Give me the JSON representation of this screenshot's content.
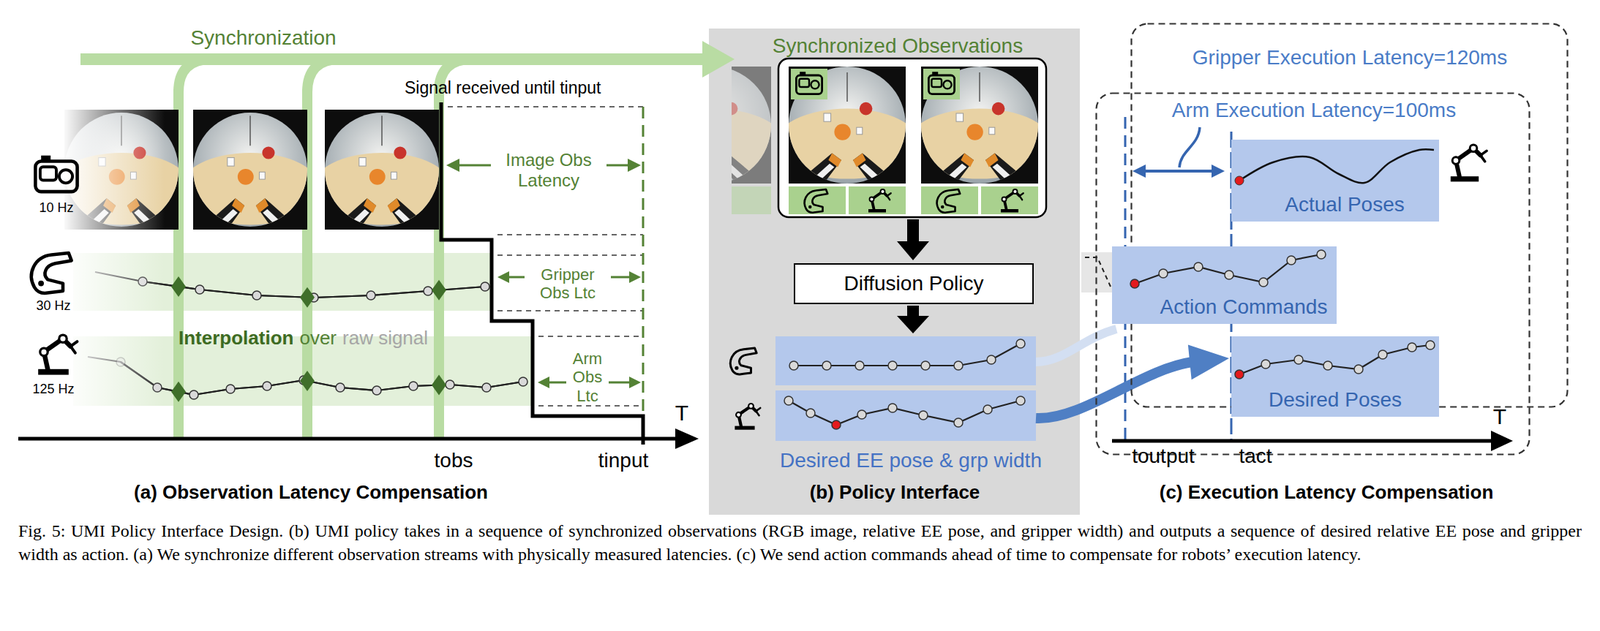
{
  "diagram": {
    "caption": "Fig. 5: UMI Policy Interface Design. (b) UMI policy takes in a sequence of synchronized observations (RGB image, relative EE pose, and gripper width) and outputs a sequence of desired relative EE pose and gripper width as action. (a) We synchronize different observation streams with physically measured latencies. (c) We send action commands ahead of time to compensate for robots’ execution latency.",
    "nodes": [
      {
        "text": [
          "Synchronized Observations",
          "Desired EE pose & grp width",
          "(b) Policy Interface"
        ]
      },
      {
        "text": [
          "Diffusion Policy"
        ],
        "in": 0
      },
      {
        "text": [
          "Gripper Execution Latency=120ms"
        ]
      },
      {
        "text": [
          "Arm Execution Latency=100ms"
        ]
      },
      {
        "text": [
          "Actual Poses"
        ],
        "in": 3
      },
      {
        "text": [
          "Action Commands"
        ],
        "in": 3
      },
      {
        "text": [
          "Desired Poses"
        ],
        "in": 3
      }
    ],
    "labels": [
      "Synchronization",
      "Signal received until tinput",
      "Image Obs Latency",
      "Gripper Obs Ltc",
      "Arm Obs Ltc",
      "10 Hz",
      "30 Hz",
      "125 Hz",
      "Interpolation",
      "over",
      "raw signal",
      "tobs",
      "T",
      "tinput",
      "(a) Observation Latency Compensation",
      "toutput",
      "tact",
      "T",
      "(c) Execution Latency Compensation"
    ]
  }
}
